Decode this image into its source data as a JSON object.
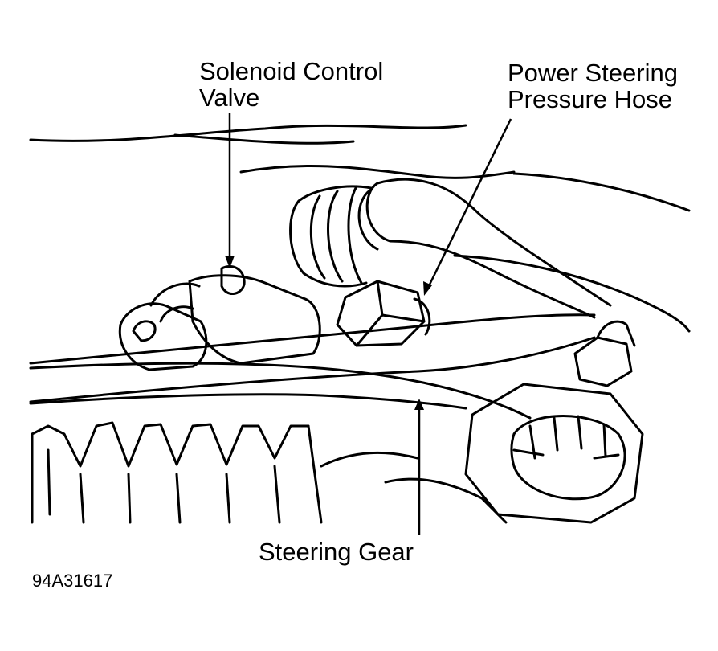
{
  "labels": {
    "solenoid_line1": "Solenoid Control",
    "solenoid_line2": "Valve",
    "hose_line1": "Power Steering",
    "hose_line2": "Pressure Hose",
    "steering_gear": "Steering Gear",
    "figure_code": "94A31617"
  }
}
